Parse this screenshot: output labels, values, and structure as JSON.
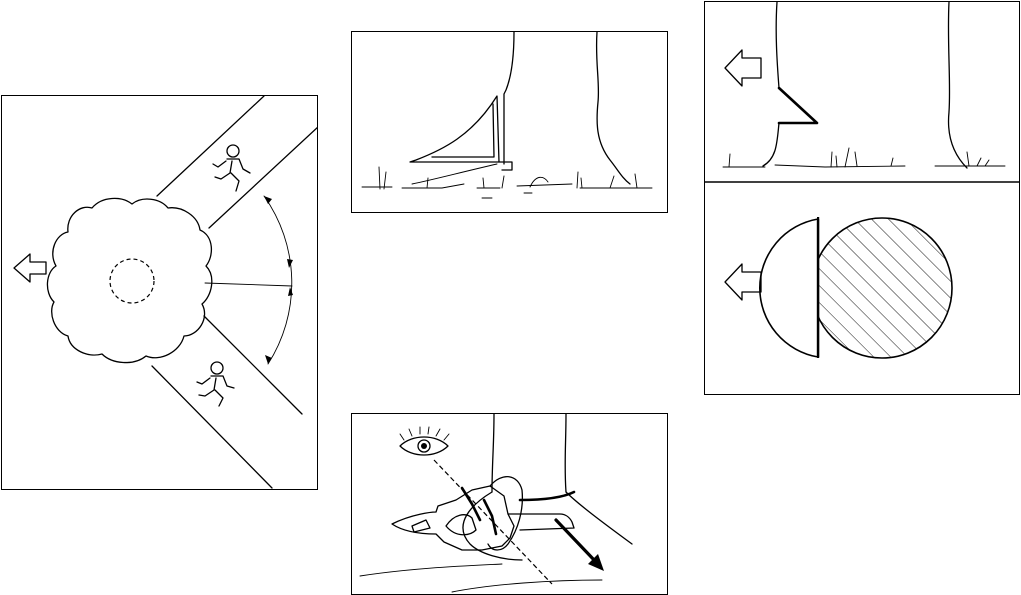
{
  "panels": [
    {
      "id": "escape-routes",
      "icons": [
        "direction-of-fall-arrow-icon",
        "tree-crown-icon",
        "running-person-icon",
        "running-person-icon"
      ]
    },
    {
      "id": "directional-notch",
      "icons": [
        "tree-trunk-icon",
        "notch-icon"
      ]
    },
    {
      "id": "felling-sight",
      "icons": [
        "eye-icon",
        "chainsaw-icon",
        "cutting-direction-arrow-icon"
      ]
    },
    {
      "id": "hinge-notch",
      "icons": [
        "direction-of-fall-arrow-icon",
        "tree-trunk-icon",
        "stump-cross-section-icon"
      ]
    }
  ],
  "colors": {
    "line": "#000000",
    "background": "#ffffff"
  }
}
